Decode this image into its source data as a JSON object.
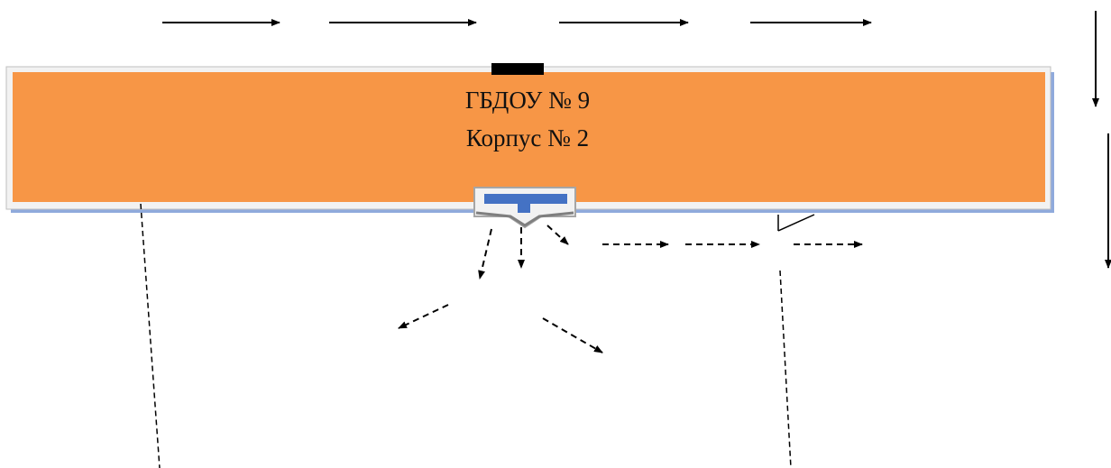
{
  "building": {
    "name": "ГБДОУ № 9",
    "subtitle": "Корпус № 2",
    "fill_color": "#f79646",
    "border_color": "#a6a6a6",
    "shadow_color": "#8faadc"
  },
  "entrance": {
    "canopy_color": "#4472c4",
    "frame_color": "#a6a6a6",
    "gate_color": "#000000"
  },
  "traffic": {
    "direction": "left-to-right",
    "arrow_color": "#000000",
    "solid_arrows": 4,
    "side_arrows_down": 2
  },
  "pedestrian_routes": {
    "style": "dashed",
    "color": "#000000"
  }
}
